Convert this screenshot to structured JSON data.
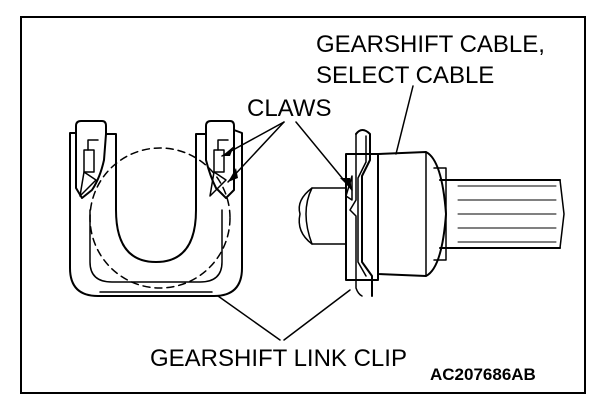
{
  "labels": {
    "cable_line1": "GEARSHIFT CABLE,",
    "cable_line2": "SELECT CABLE",
    "claws": "CLAWS",
    "clip": "GEARSHIFT LINK CLIP",
    "code": "AC207686AB"
  },
  "colors": {
    "line": "#000000",
    "background": "#ffffff"
  }
}
